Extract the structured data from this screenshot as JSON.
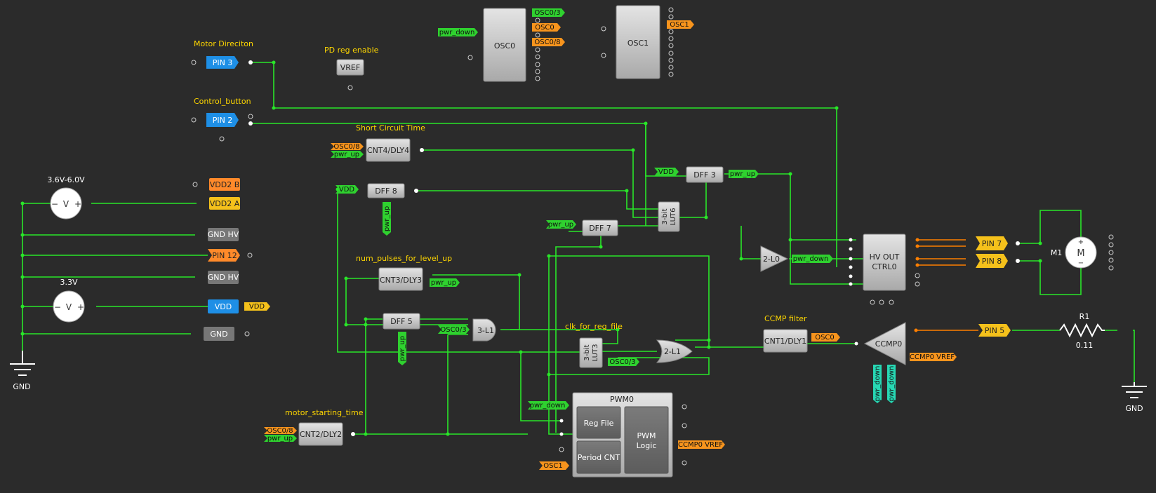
{
  "colors": {
    "background": "#2b2b2b",
    "wire": "#29e629",
    "wire_orange": "#ff7f00",
    "pin_blue": "#1e8fe6",
    "pin_yellow": "#f5c11b",
    "pin_orange": "#ff8a2a",
    "block_gray": "#c9c9c9",
    "label_yellow": "#ffd700",
    "tag_green": "#2fd12f",
    "tag_orange": "#f7941d",
    "tag_cyan": "#27d8b4"
  },
  "labels": {
    "motor_direction": "Motor Direciton",
    "pd_reg_enable": "PD reg enable",
    "control_button": "Control_button",
    "short_circuit_time": "Short Circuit Time",
    "num_pulses": "num_pulses_for_level_up",
    "clk_for_reg_file": "clk_for_reg_file",
    "ccmp_filter": "CCMP filter",
    "motor_starting_time": "motor_starting_time"
  },
  "supplies": {
    "v1_label": "3.6V-6.0V",
    "v2_label": "3.3V",
    "v_glyph": "V",
    "minus": "−",
    "plus": "+",
    "gnd_left": "GND",
    "gnd_right": "GND"
  },
  "pins": {
    "pin3": "PIN 3",
    "pin2": "PIN 2",
    "vdd2b": "VDD2 B",
    "vdd2a": "VDD2 A",
    "gndhv1": "GND HV",
    "pin12": "PIN 12",
    "gndhv2": "GND HV",
    "vdd": "VDD",
    "gnd": "GND",
    "pin7": "PIN 7",
    "pin8": "PIN 8",
    "pin5": "PIN 5"
  },
  "blocks": {
    "vref": "VREF",
    "osc0": "OSC0",
    "osc1": "OSC1",
    "cnt4": "CNT4/DLY4",
    "dff8": "DFF 8",
    "dff3": "DFF 3",
    "dff7": "DFF 7",
    "lut6_a": "3-bit",
    "lut6_b": "LUT6",
    "cnt3": "CNT3/DLY3",
    "dff5": "DFF 5",
    "and3": "3-L1",
    "lut3_a": "3-bit",
    "lut3_b": "LUT3",
    "or2": "2-L1",
    "l2_0": "2-L0",
    "hvout_a": "HV OUT",
    "hvout_b": "CTRL0",
    "cnt1": "CNT1/DLY1",
    "ccmp0": "CCMP0",
    "cnt2": "CNT2/DLY2",
    "pwm0": "PWM0",
    "reg_file": "Reg File",
    "period_cnt": "Period CNT",
    "pwm_logic_a": "PWM",
    "pwm_logic_b": "Logic"
  },
  "tags": {
    "pwr_down": "pwr_down",
    "pwr_up": "pwr_up",
    "vdd": "VDD",
    "osc0_3": "OSC0/3",
    "osc0": "OSC0",
    "osc0_8": "OSC0/8",
    "osc1": "OSC1",
    "ccmp0_vref": "CCMP0 VREF"
  },
  "components": {
    "motor_ref": "M1",
    "motor_glyph": "M",
    "plus": "+",
    "minus": "−",
    "resistor_ref": "R1",
    "resistor_value": "0.11"
  }
}
